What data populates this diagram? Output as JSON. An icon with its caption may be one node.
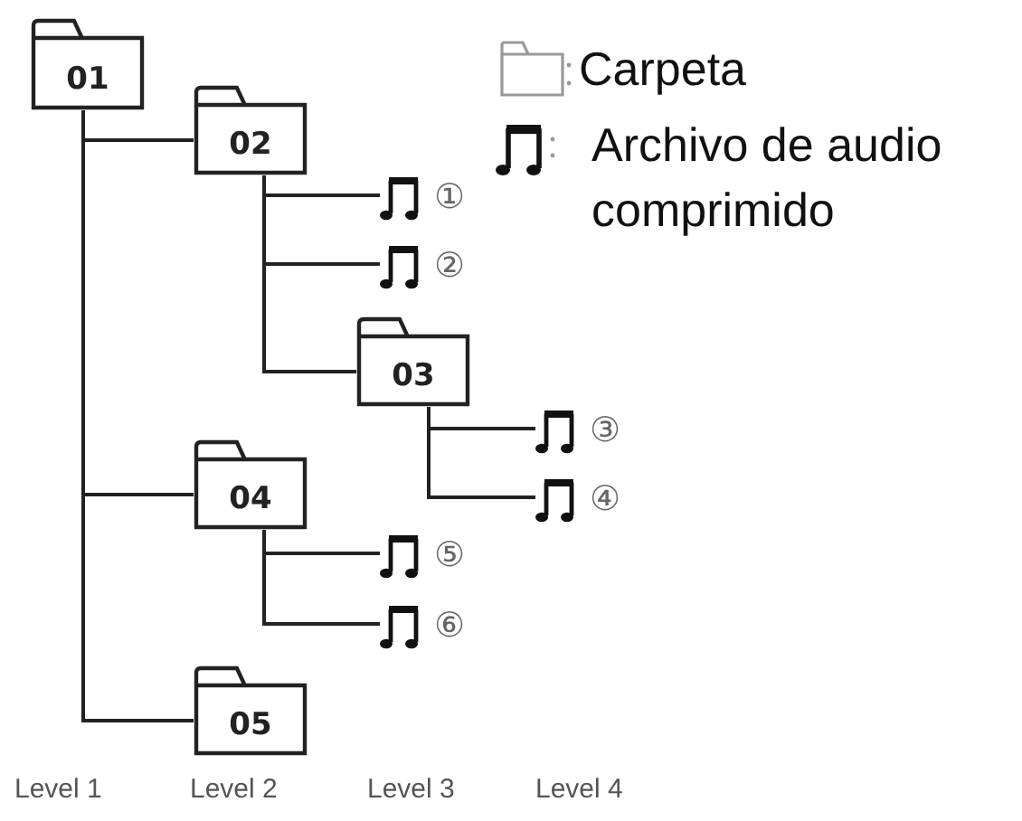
{
  "diagram": {
    "nodes": [
      {
        "text": [
          "01"
        ]
      },
      {
        "text": [
          "02"
        ]
      },
      {
        "text": [
          "①"
        ]
      },
      {
        "text": [
          "②"
        ]
      },
      {
        "text": [
          "03"
        ]
      },
      {
        "text": [
          "③"
        ]
      },
      {
        "text": [
          "④"
        ]
      },
      {
        "text": [
          "04"
        ]
      },
      {
        "text": [
          "⑤"
        ]
      },
      {
        "text": [
          "⑥"
        ]
      },
      {
        "text": [
          "05"
        ]
      }
    ],
    "edges": [
      {
        "from": 0,
        "to": 1,
        "arrow": "none"
      },
      {
        "from": 1,
        "to": 2,
        "arrow": "none"
      },
      {
        "from": 1,
        "to": 3,
        "arrow": "none"
      },
      {
        "from": 1,
        "to": 4,
        "arrow": "none"
      },
      {
        "from": 4,
        "to": 5,
        "arrow": "none"
      },
      {
        "from": 4,
        "to": 6,
        "arrow": "none"
      },
      {
        "from": 0,
        "to": 7,
        "arrow": "none"
      },
      {
        "from": 7,
        "to": 8,
        "arrow": "none"
      },
      {
        "from": 7,
        "to": 9,
        "arrow": "none"
      },
      {
        "from": 0,
        "to": 10,
        "arrow": "none"
      }
    ],
    "labels": [
      "Level 1",
      "Level 2",
      "Level 3",
      "Level 4"
    ],
    "legend": [
      {
        "text": "Carpeta"
      },
      {
        "text": "Archivo de audio comprimido"
      }
    ]
  }
}
